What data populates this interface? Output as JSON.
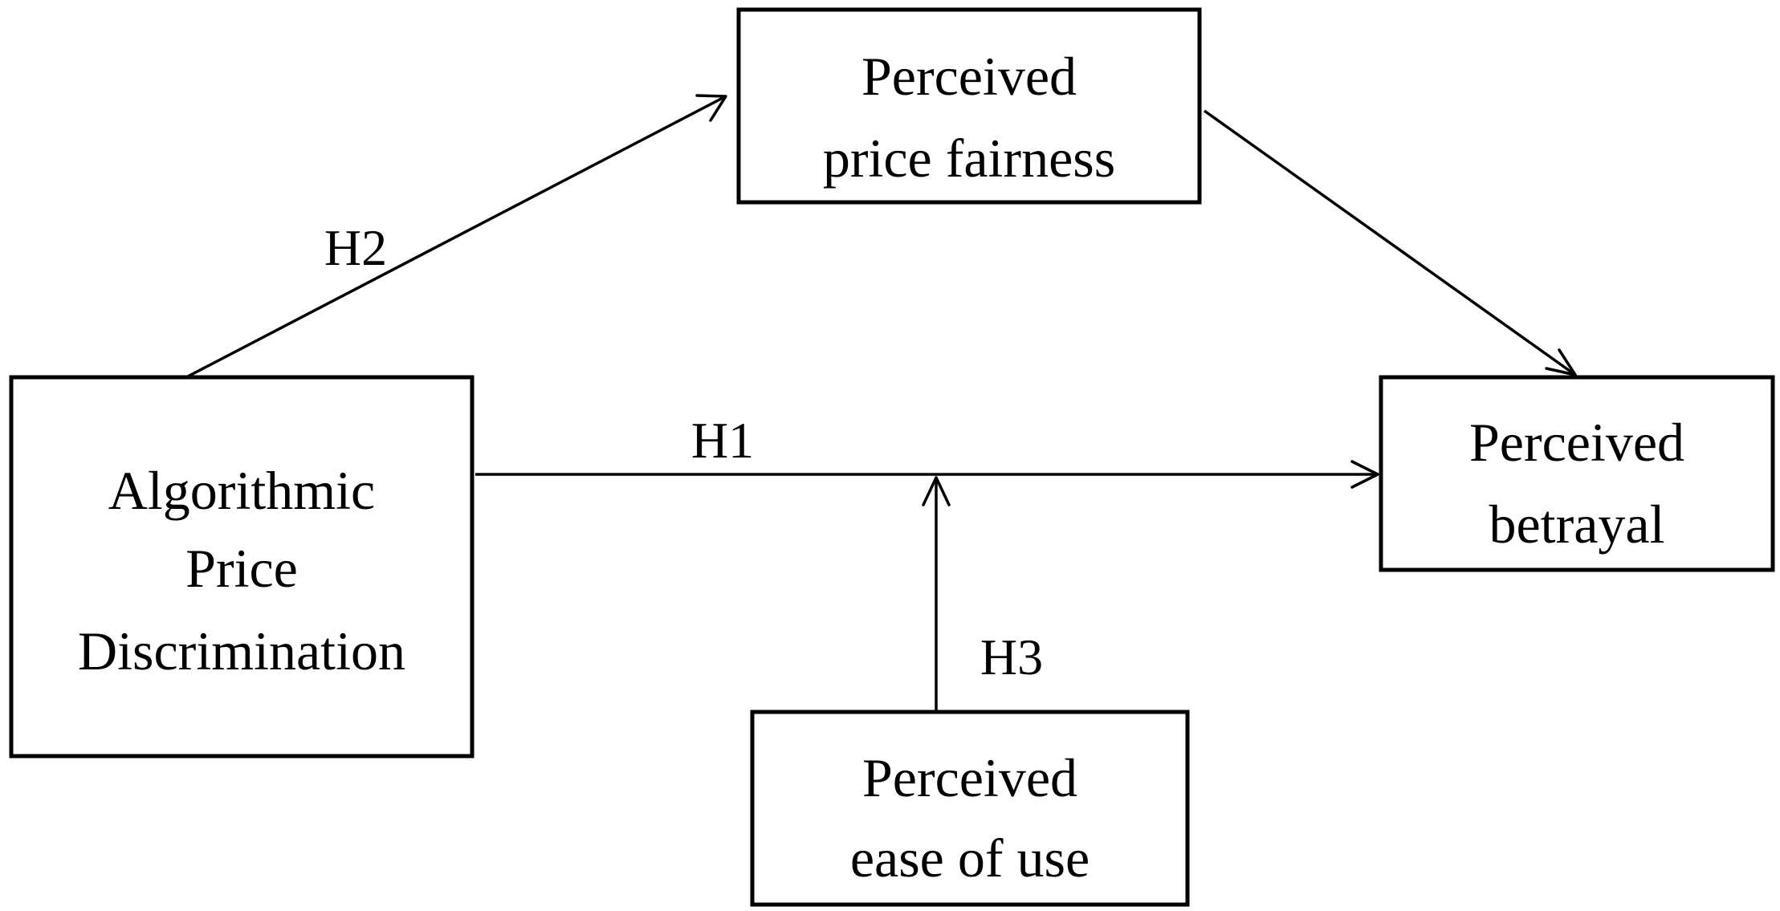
{
  "nodes": {
    "algorithmic_price_discrimination": {
      "lines": [
        "Algorithmic",
        "Price",
        "Discrimination"
      ]
    },
    "perceived_price_fairness": {
      "lines": [
        "Perceived",
        "price fairness"
      ]
    },
    "perceived_betrayal": {
      "lines": [
        "Perceived",
        "betrayal"
      ]
    },
    "perceived_ease_of_use": {
      "lines": [
        "Perceived",
        "ease of use"
      ]
    }
  },
  "edges": {
    "h1": {
      "label": "H1",
      "from": "Algorithmic Price Discrimination",
      "to": "Perceived betrayal"
    },
    "h2": {
      "label": "H2",
      "from": "Algorithmic Price Discrimination",
      "to": "Perceived price fairness"
    },
    "h3": {
      "label": "H3",
      "from": "Perceived ease of use",
      "to": "H1 path"
    },
    "fairness_to_betrayal": {
      "label": "",
      "from": "Perceived price fairness",
      "to": "Perceived betrayal"
    }
  },
  "colors": {
    "stroke": "#000000",
    "background": "#ffffff"
  }
}
